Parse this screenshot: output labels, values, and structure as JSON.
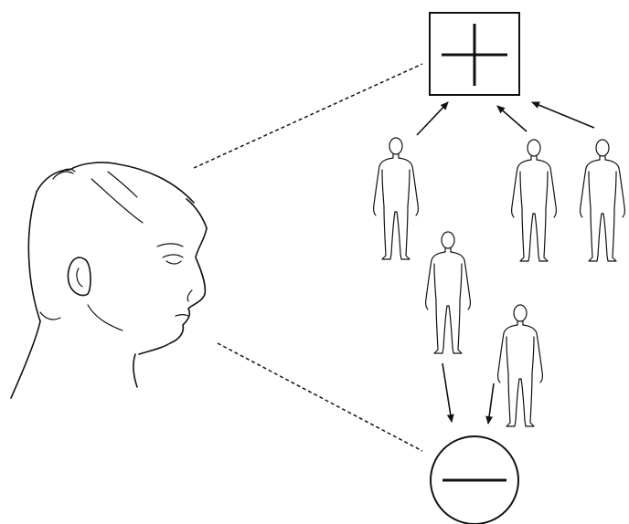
{
  "diagram": {
    "positive_symbol": "plus-icon",
    "negative_symbol": "minus-icon",
    "head_icon": "head-profile-icon",
    "figure_icon": "standing-person-icon",
    "ink_color": "#111111",
    "background_color": "#ffffff",
    "people": [
      {
        "id": "person-1",
        "group": "positive"
      },
      {
        "id": "person-2",
        "group": "positive"
      },
      {
        "id": "person-3",
        "group": "positive"
      },
      {
        "id": "person-4",
        "group": "negative"
      },
      {
        "id": "person-5",
        "group": "negative"
      }
    ]
  }
}
